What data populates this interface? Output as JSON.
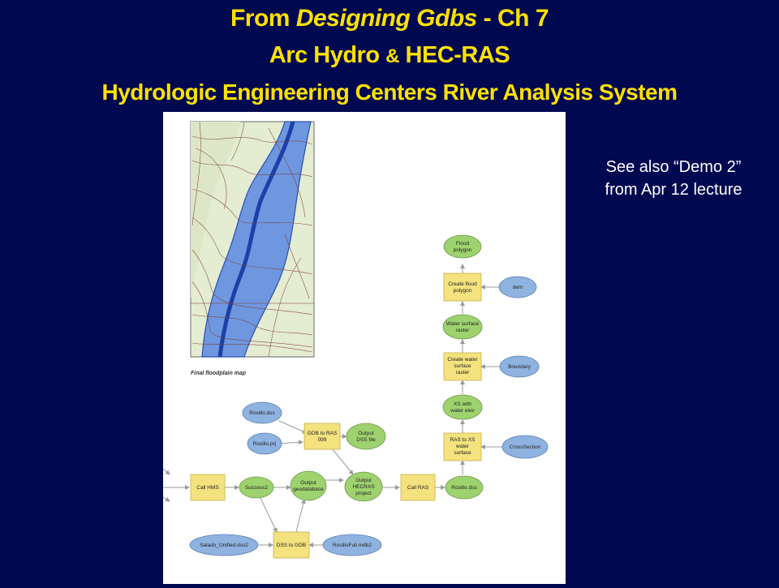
{
  "title": {
    "line1_pre": "From ",
    "line1_book": "Designing Gdbs",
    "line1_post": " - Ch 7",
    "line2_a": "Arc Hydro ",
    "line2_amp": "&",
    "line2_b": " HEC-RAS",
    "line3": "Hydrologic Engineering Centers River Analysis System"
  },
  "note": {
    "line1": "See also “Demo 2”",
    "line2": "from Apr 12 lecture"
  },
  "figure": {
    "map_caption": "Final floodplain map",
    "colors": {
      "process": "#f3e27e",
      "data": "#8fb3e0",
      "output": "#9ed26e",
      "arrow": "#9a9a9a"
    },
    "nodes": {
      "flood_polygon": "Flood polygon",
      "create_flood_polygon": "Create flood polygon",
      "dem": "dem",
      "water_surface_raster": "Water surface raster",
      "create_water_surface_raster": "Create water surface raster",
      "boundary": "Boundary",
      "xs_with_water_elev": "XS with water elev",
      "ras_to_xs": "RAS to XS water surface",
      "crosssection": "CrossSection",
      "rosillo_dss_top": "Rosillo.dss",
      "rosillo_prj": "Rosillo.prj",
      "gdb_to_ras": "GDB to RAS 099",
      "output_dss_file": "Output DSS file",
      "call_hms": "Call HMS",
      "success2": "Success2",
      "output_geodatabase": "Output geodatabase",
      "output_hecras_project": "Output HECRAS project",
      "call_ras": "Call RAS",
      "rosillo_dss_right": "Rosillo.dss",
      "salado_unified": "Salado_Unified.dss2",
      "dss_to_gdb": "DSS to GDB",
      "rosillofull": "RosilloFull.mdb2"
    }
  }
}
